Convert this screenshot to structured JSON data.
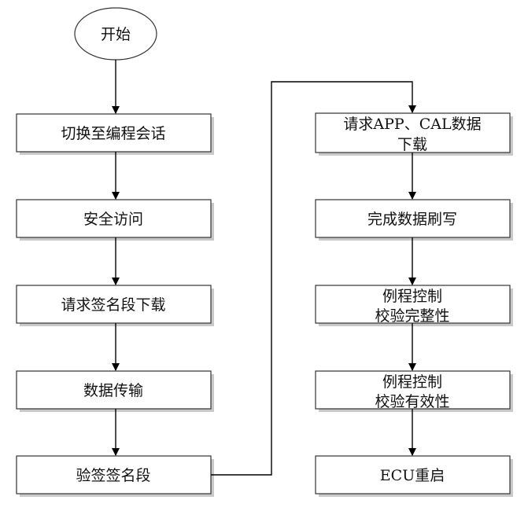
{
  "nodes": {
    "start": "开始",
    "switch_session": "切换至编程会话",
    "security_access": "安全访问",
    "request_signature_download": "请求签名段下载",
    "data_transfer": "数据传输",
    "verify_signature": "验签签名段",
    "request_app_cal_line1": "请求APP、CAL数据",
    "request_app_cal_line2": "下载",
    "finish_flash": "完成数据刷写",
    "routine_integrity_line1": "例程控制",
    "routine_integrity_line2": "校验完整性",
    "routine_validity_line1": "例程控制",
    "routine_validity_line2": "校验有效性",
    "ecu_reset": "ECU重启"
  }
}
